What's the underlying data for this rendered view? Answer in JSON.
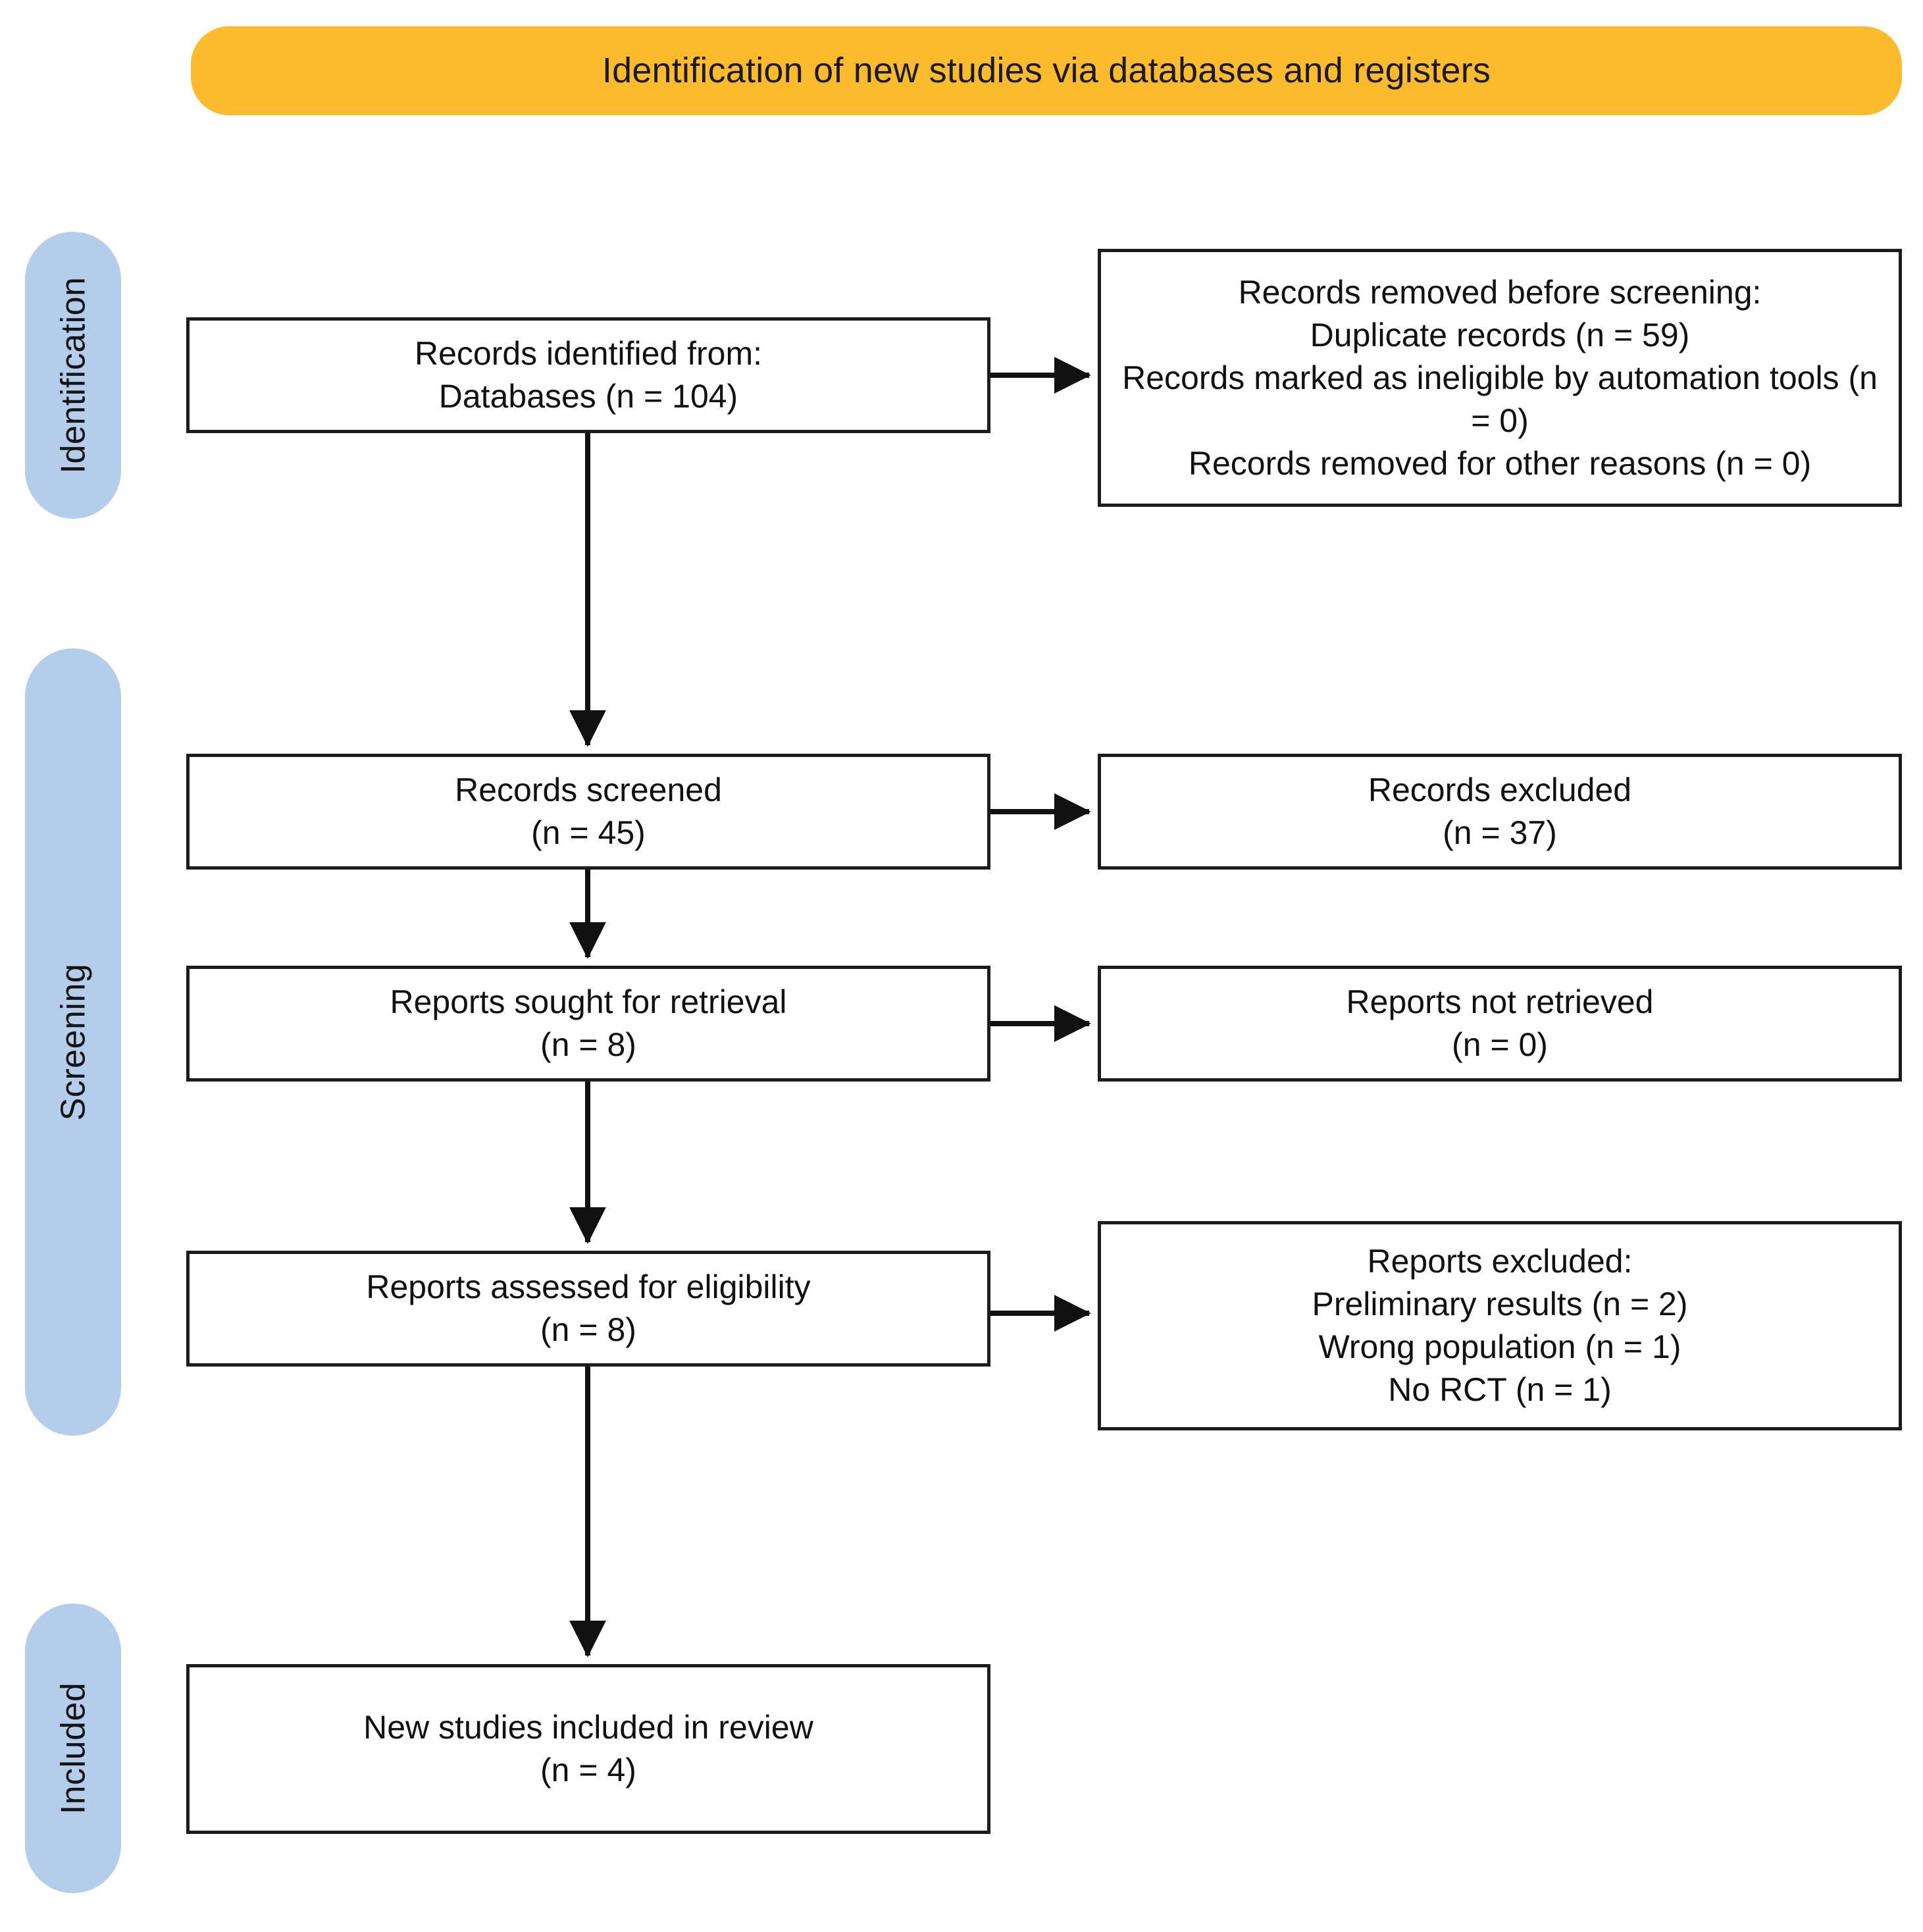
{
  "diagram": {
    "title": "Identification of new studies via databases and registers",
    "colors": {
      "banner": "#FBBB2C",
      "stage_pill": "#B4CDEA",
      "box_border": "#1C1C1C",
      "background": "#FFFFFF"
    }
  },
  "stages": [
    {
      "id": "identification",
      "label": "Identification"
    },
    {
      "id": "screening",
      "label": "Screening"
    },
    {
      "id": "included",
      "label": "Included"
    }
  ],
  "boxes": {
    "identified": "Records identified from:\nDatabases (n = 104)",
    "removed_before_screening": "Records removed before screening:\nDuplicate records (n = 59)\nRecords marked as ineligible by automation tools (n = 0)\nRecords removed for other reasons (n = 0)",
    "records_screened": "Records screened\n(n = 45)",
    "records_excluded": "Records excluded\n(n = 37)",
    "reports_sought": "Reports sought for retrieval\n(n = 8)",
    "reports_not_retrieved": "Reports not retrieved\n(n = 0)",
    "reports_assessed": "Reports assessed for eligibility\n(n = 8)",
    "reports_excluded": "Reports excluded:\nPreliminary results (n =  2)\nWrong population (n =  1)\nNo RCT (n =  1)",
    "studies_included": "New studies included in review\n(n = 4)"
  },
  "counts": {
    "records_identified_databases": 104,
    "duplicate_records_removed": 59,
    "records_ineligible_automation": 0,
    "records_removed_other": 0,
    "records_screened": 45,
    "records_excluded": 37,
    "reports_sought_for_retrieval": 8,
    "reports_not_retrieved": 0,
    "reports_assessed_for_eligibility": 8,
    "reports_excluded_preliminary_results": 2,
    "reports_excluded_wrong_population": 1,
    "reports_excluded_no_rct": 1,
    "new_studies_included": 4
  },
  "flows": [
    {
      "from": "identified",
      "to": "removed_before_screening",
      "direction": "right"
    },
    {
      "from": "identified",
      "to": "records_screened",
      "direction": "down"
    },
    {
      "from": "records_screened",
      "to": "records_excluded",
      "direction": "right"
    },
    {
      "from": "records_screened",
      "to": "reports_sought",
      "direction": "down"
    },
    {
      "from": "reports_sought",
      "to": "reports_not_retrieved",
      "direction": "right"
    },
    {
      "from": "reports_sought",
      "to": "reports_assessed",
      "direction": "down"
    },
    {
      "from": "reports_assessed",
      "to": "reports_excluded",
      "direction": "right"
    },
    {
      "from": "reports_assessed",
      "to": "studies_included",
      "direction": "down"
    }
  ]
}
